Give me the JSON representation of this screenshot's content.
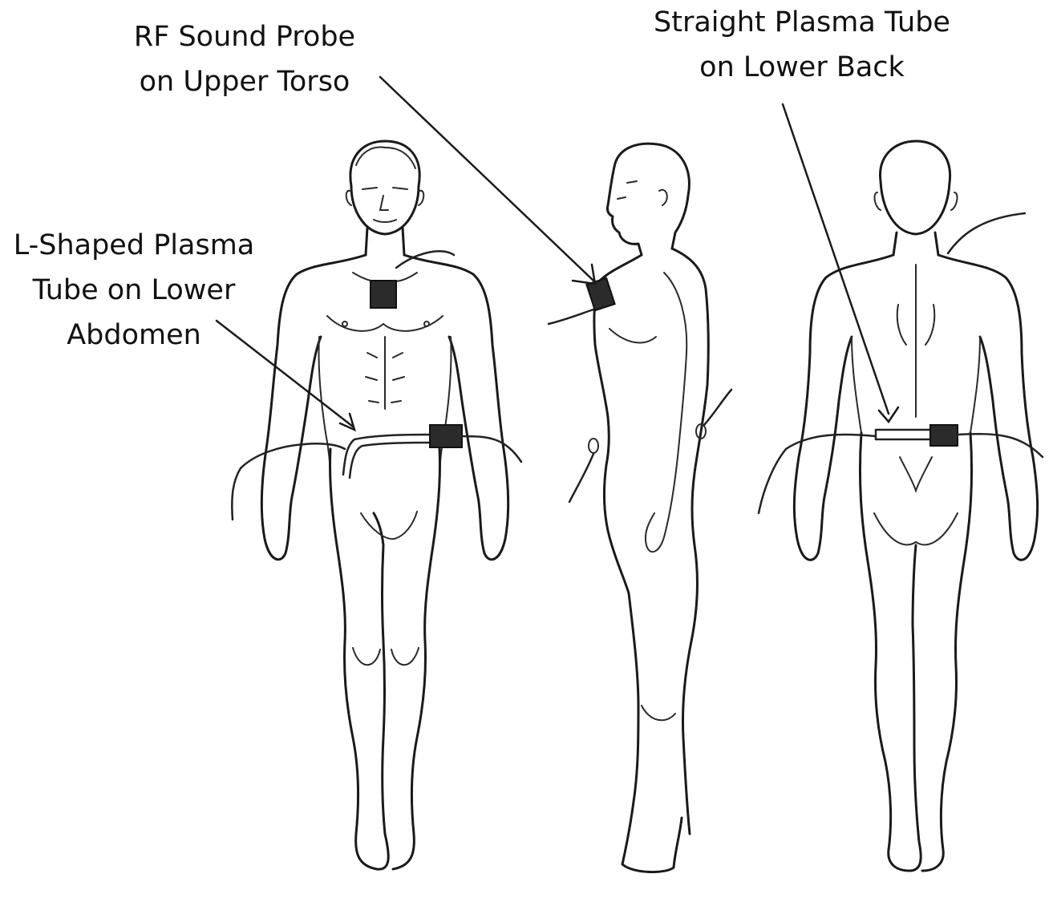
{
  "labels": {
    "rf_probe": {
      "line1": "RF Sound Probe",
      "line2": "on Upper Torso"
    },
    "straight_tube": {
      "line1": "Straight Plasma Tube",
      "line2": "on Lower Back"
    },
    "l_tube": {
      "line1": "L-Shaped Plasma",
      "line2": "Tube on Lower",
      "line3": "Abdomen"
    }
  },
  "figures": [
    "front-view",
    "side-view",
    "back-view"
  ],
  "colors": {
    "ink": "#1a1a1a",
    "device": "#2b2b2b",
    "background": "#ffffff"
  }
}
